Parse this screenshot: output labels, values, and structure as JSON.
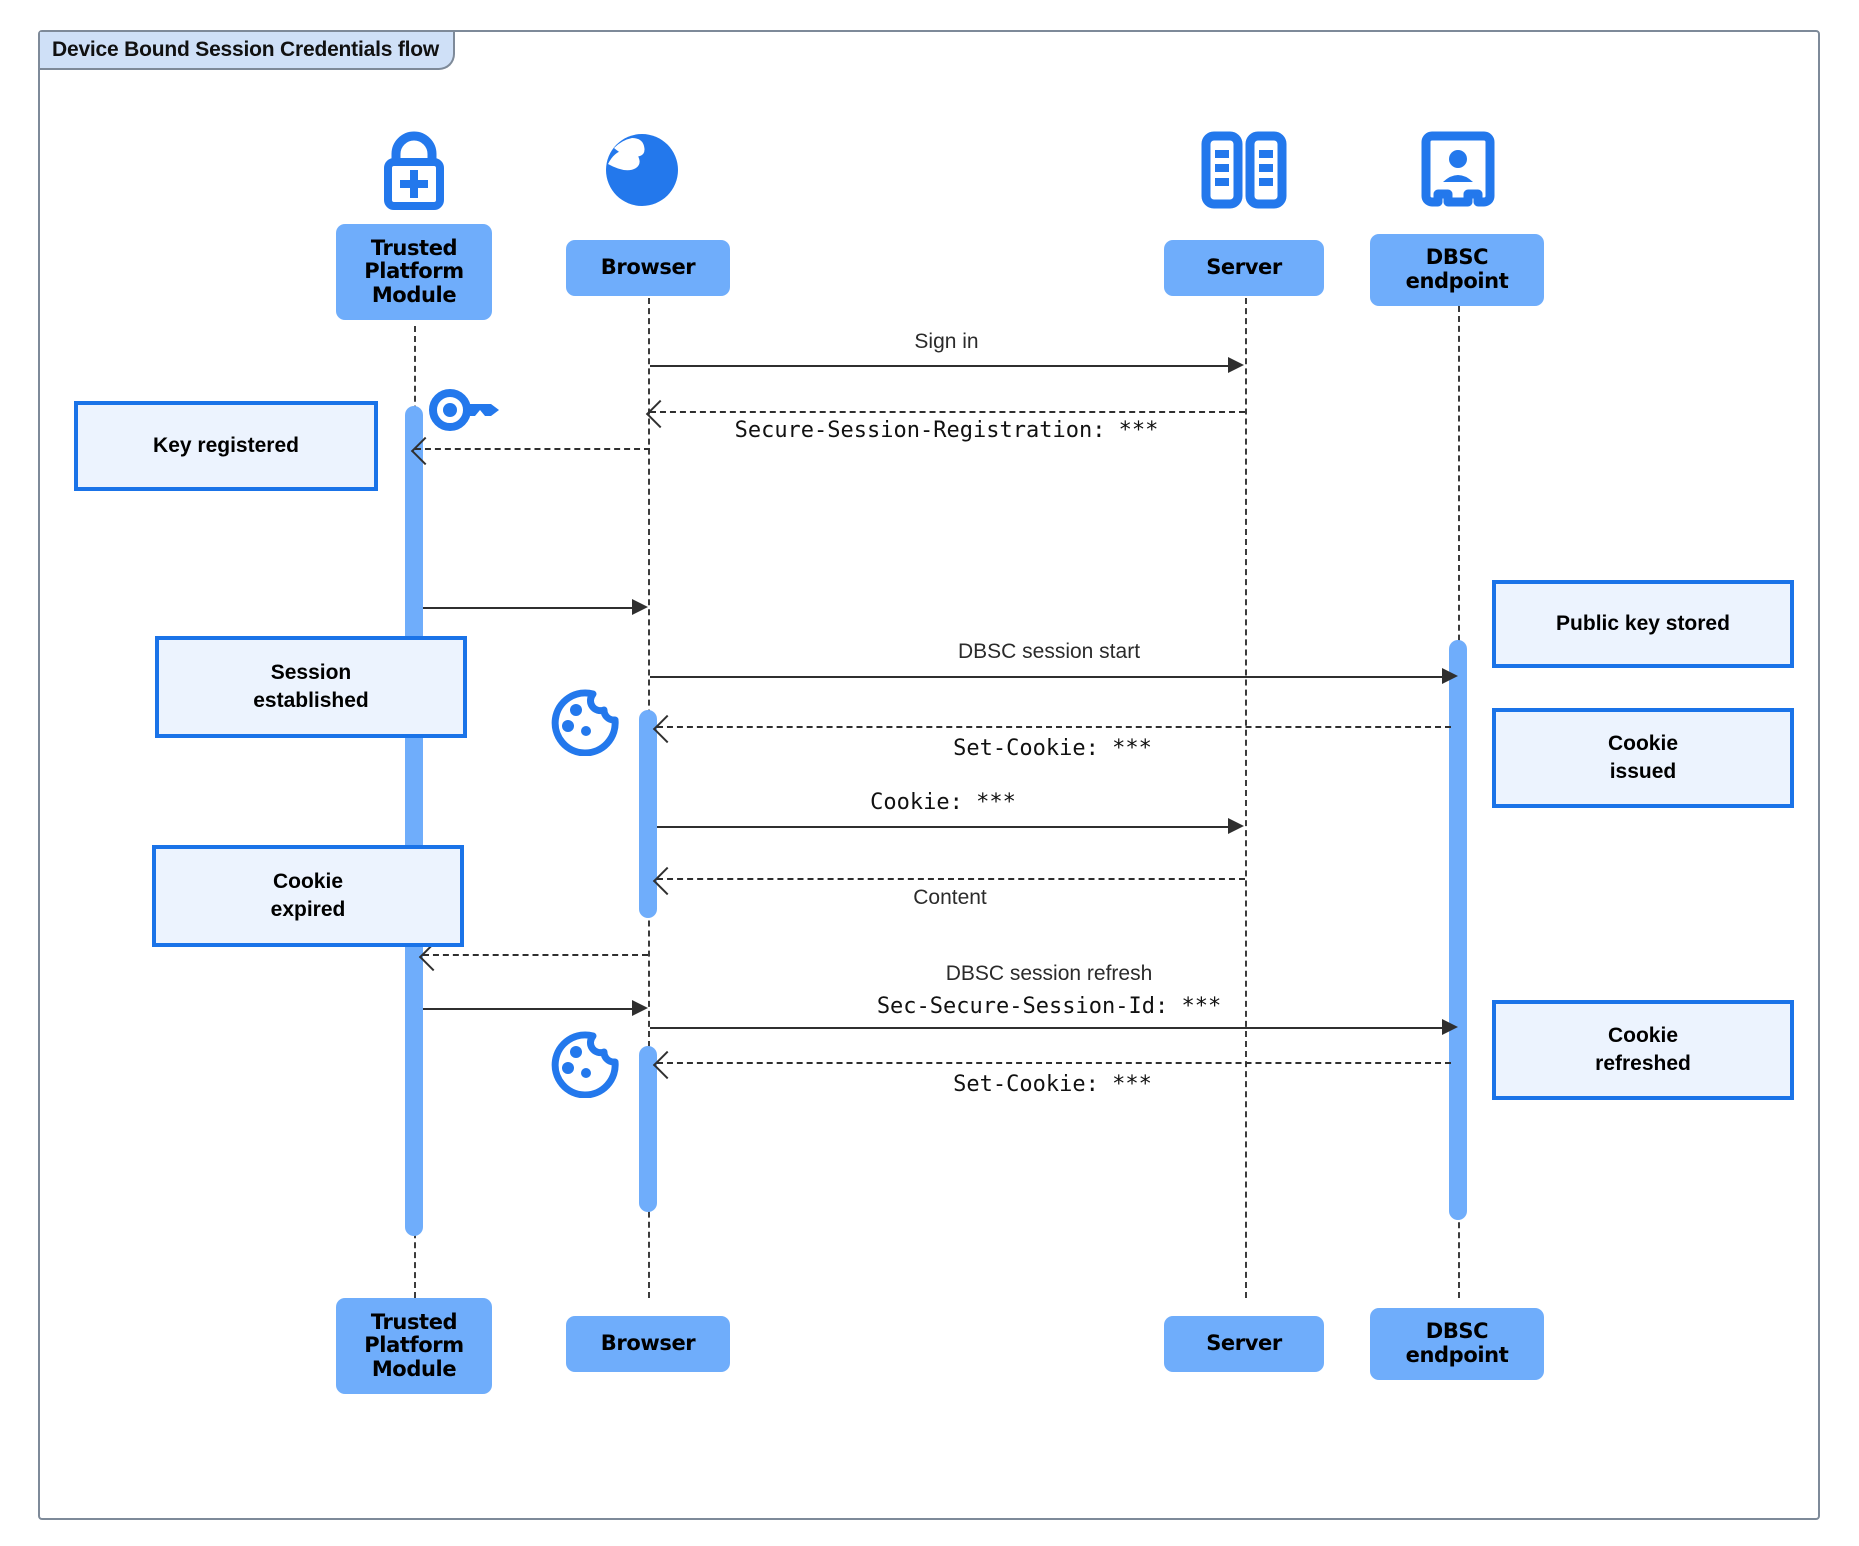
{
  "frame": {
    "title": "Device Bound Session Credentials flow",
    "border_color": "#7e8a99",
    "title_bg": "#cfe0f7"
  },
  "theme": {
    "participant_fill": "#6fadfb",
    "activation_fill": "#6fadfb",
    "note_fill": "#ecf3fe",
    "note_border": "#1a73e8",
    "icon_blue": "#2378ec",
    "line_color": "#2f2f2f"
  },
  "participants": [
    {
      "id": "tpm",
      "label": "Trusted\nPlatform\nModule",
      "label_top": "Trusted Platform Module",
      "icon": "lock-plus-icon"
    },
    {
      "id": "browser",
      "label": "Browser",
      "label_top": "Browser",
      "icon": "globe-icon"
    },
    {
      "id": "server",
      "label": "Server",
      "label_top": "Server",
      "icon": "server-rack-icon"
    },
    {
      "id": "dbsc",
      "label": "DBSC\nendpoint",
      "label_top": "DBSC endpoint",
      "icon": "id-badge-icon"
    }
  ],
  "participants_bottom": [
    {
      "id": "tpm",
      "label": "Trusted\nPlatform\nModule"
    },
    {
      "id": "browser",
      "label": "Browser"
    },
    {
      "id": "server",
      "label": "Server"
    },
    {
      "id": "dbsc",
      "label": "DBSC\nendpoint"
    }
  ],
  "messages": [
    {
      "id": "m1",
      "from": "browser",
      "to": "server",
      "label": "Sign in",
      "style": "solid",
      "font": "sans"
    },
    {
      "id": "m2",
      "from": "server",
      "to": "browser",
      "label": "Secure-Session-Registration: ***",
      "style": "dashed",
      "font": "mono"
    },
    {
      "id": "m3",
      "from": "server",
      "to": "tpm",
      "label": "",
      "style": "dashed",
      "font": "sans"
    },
    {
      "id": "m4",
      "from": "tpm",
      "to": "browser",
      "label": "",
      "style": "solid",
      "font": "sans"
    },
    {
      "id": "m5",
      "from": "browser",
      "to": "dbsc",
      "label": "DBSC session start",
      "style": "solid",
      "font": "sans"
    },
    {
      "id": "m6",
      "from": "dbsc",
      "to": "browser",
      "label": "Set-Cookie: ***",
      "style": "dashed",
      "font": "mono"
    },
    {
      "id": "m7",
      "from": "browser",
      "to": "server",
      "label": "Cookie: ***",
      "style": "solid",
      "font": "mono"
    },
    {
      "id": "m8",
      "from": "server",
      "to": "browser",
      "label": "Content",
      "style": "dashed",
      "font": "sans"
    },
    {
      "id": "m9",
      "from": "browser",
      "to": "tpm",
      "label": "",
      "style": "dashed",
      "font": "sans"
    },
    {
      "id": "m10",
      "from": "tpm",
      "to": "browser",
      "label": "",
      "style": "solid",
      "font": "sans"
    },
    {
      "id": "m11",
      "from": "browser",
      "to": "dbsc",
      "label": "DBSC session refresh",
      "label2": "Sec-Secure-Session-Id: ***",
      "style": "solid",
      "font": "sans"
    },
    {
      "id": "m12",
      "from": "dbsc",
      "to": "browser",
      "label": "Set-Cookie: ***",
      "style": "dashed",
      "font": "mono"
    }
  ],
  "notes": [
    {
      "id": "note-key-registered",
      "text": "Key registered",
      "side": "left"
    },
    {
      "id": "note-session-established",
      "text": "Session\nestablished",
      "side": "left"
    },
    {
      "id": "note-cookie-expired",
      "text": "Cookie\nexpired",
      "side": "left"
    },
    {
      "id": "note-public-key-stored",
      "text": "Public key stored",
      "side": "right"
    },
    {
      "id": "note-cookie-issued",
      "text": "Cookie\nissued",
      "side": "right"
    },
    {
      "id": "note-cookie-refreshed",
      "text": "Cookie\nrefreshed",
      "side": "right"
    }
  ],
  "decor_icons": [
    {
      "id": "key-icon",
      "name": "key-icon"
    },
    {
      "id": "cookie-icon-1",
      "name": "cookie-icon"
    },
    {
      "id": "cookie-icon-2",
      "name": "cookie-icon"
    }
  ]
}
